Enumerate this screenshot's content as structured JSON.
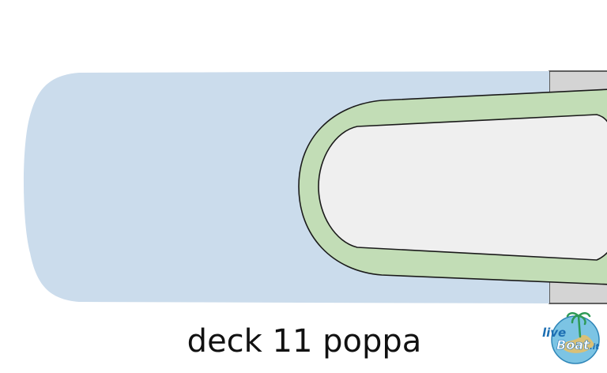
{
  "caption": "deck 11 poppa",
  "logo": {
    "word_1": "live",
    "word_2": "Boat",
    "suffix": ".it"
  },
  "colors": {
    "deck": "#cbdcec",
    "pool_border": "#c2ddb6",
    "pool": "#efefef",
    "block": "#d4d4d4",
    "outline": "#1a1a1a",
    "logo_blue": "#1d6fb3",
    "logo_green": "#2e9a57"
  }
}
